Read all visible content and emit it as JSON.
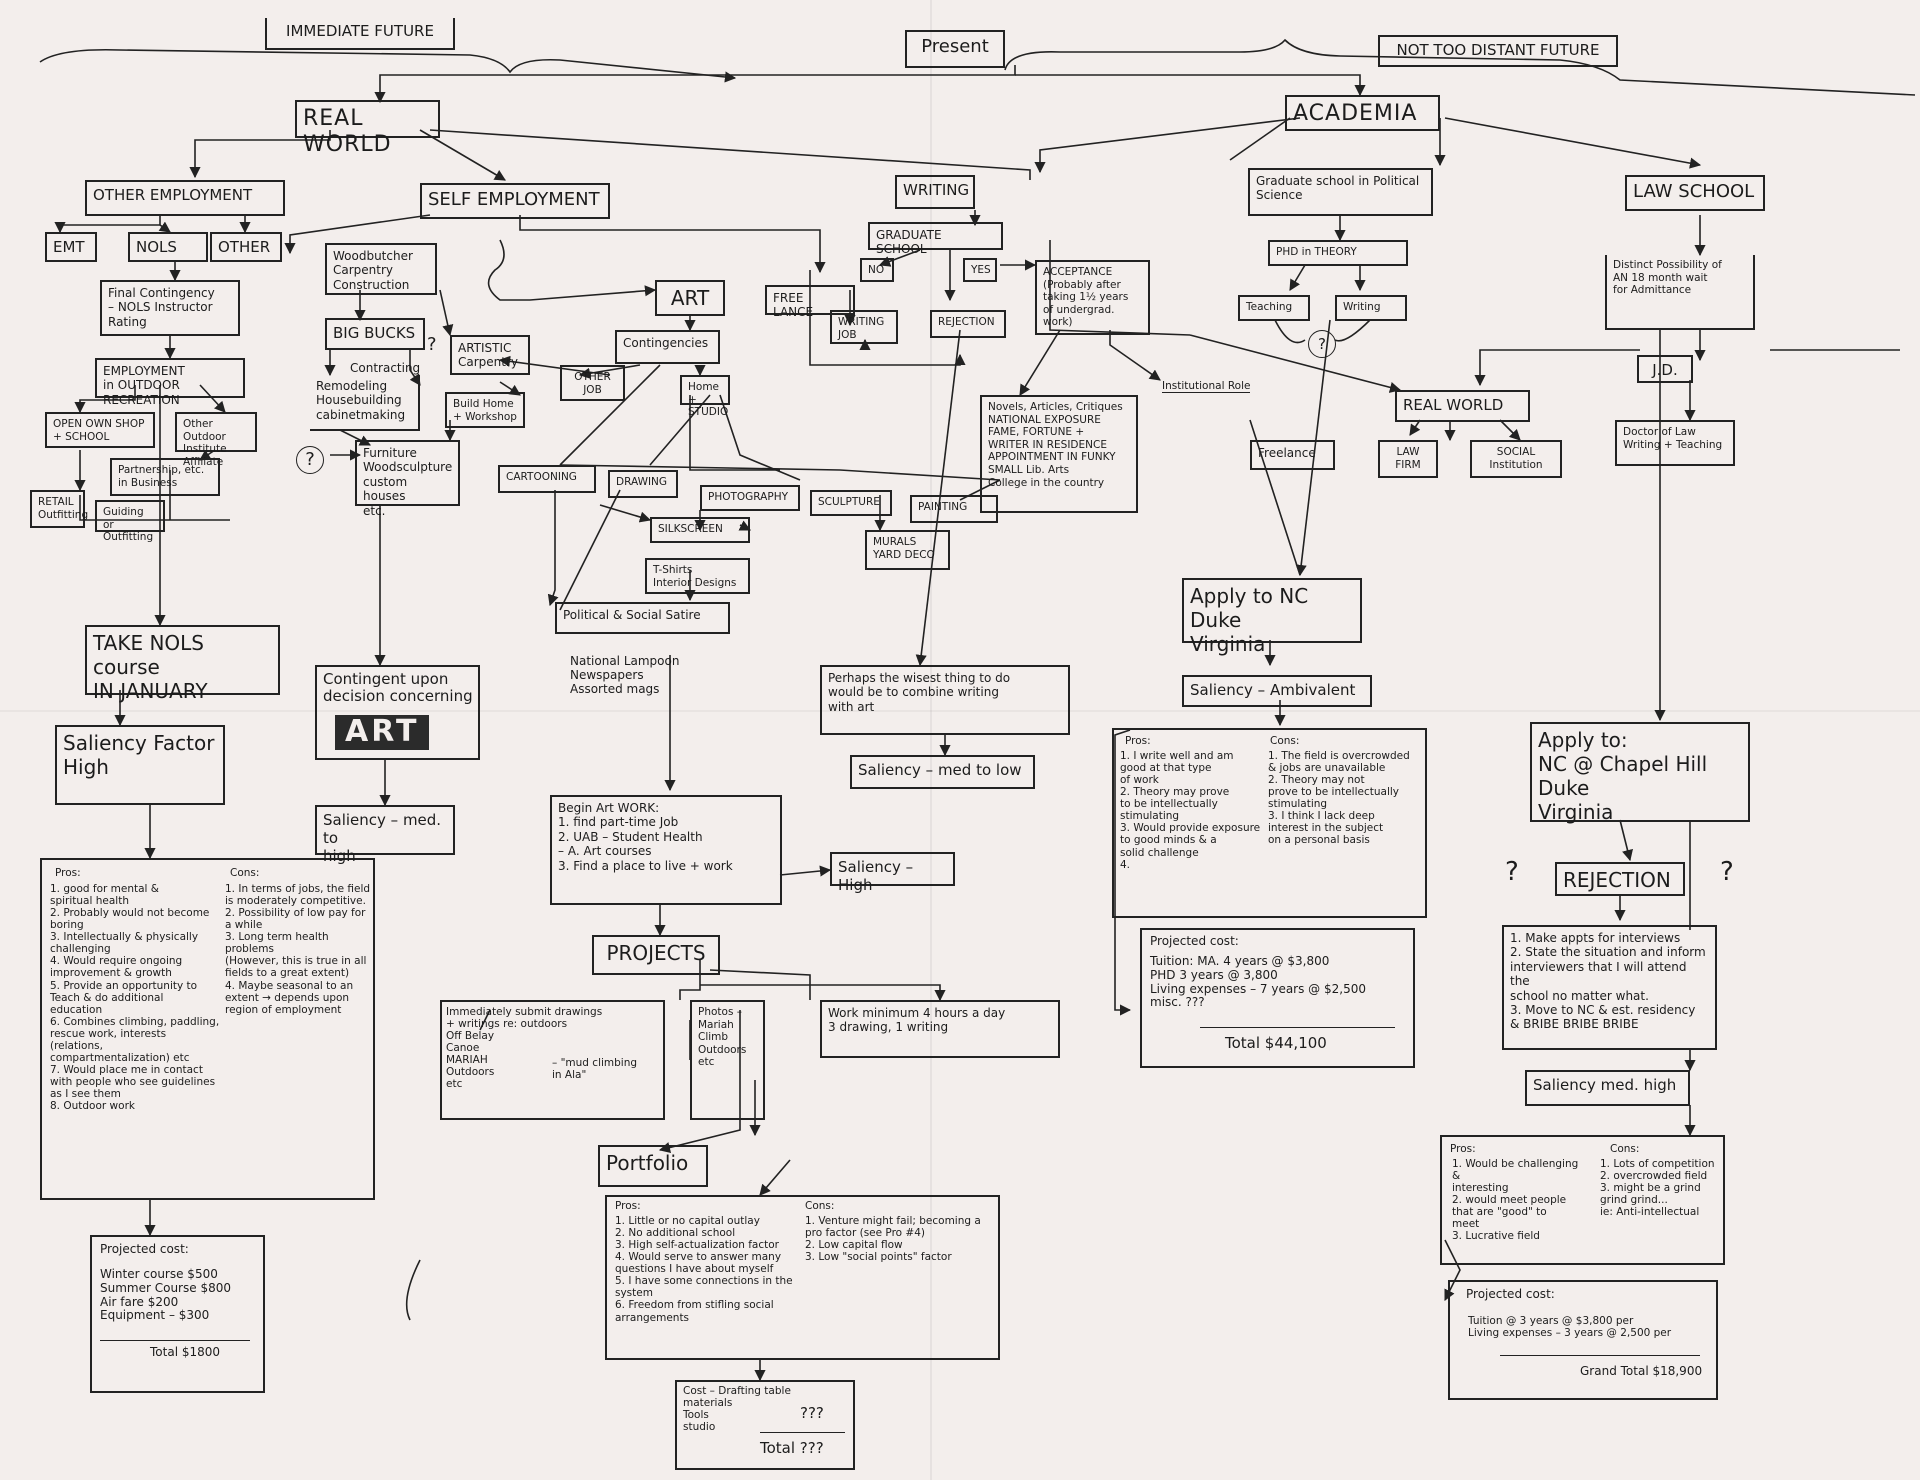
{
  "headers": {
    "immediate_future": "IMMEDIATE FUTURE",
    "present": "Present",
    "not_too_distant_future": "NOT TOO DISTANT FUTURE"
  },
  "nodes": {
    "real_world": "REAL WORLD",
    "academia": "ACADEMIA",
    "other_employment": "OTHER EMPLOYMENT",
    "self_employment": "SELF EMPLOYMENT",
    "emt": "EMT",
    "nols": "NOLS",
    "other": "OTHER",
    "final_contingency": "Final Contingency\n– NOLS Instructor\nRating",
    "employment_outdoor": "EMPLOYMENT\nin OUTDOOR RECREATION",
    "open_own_shop": "OPEN OWN SHOP\n+ SCHOOL",
    "other_outdoor": "Other Outdoor\nInstitute Affiliate",
    "partnership": "Partnership, etc.\nin Business",
    "retail": "RETAIL\nOutfitting",
    "guiding": "Guiding or\nOutfitting",
    "woodbutcher": "Woodbutcher\nCarpentry\nConstruction",
    "big_bucks": "BIG BUCKS",
    "artistic_carpentry": "ARTISTIC\nCarpentry",
    "contracting": "Contracting",
    "remodeling": "Remodeling\nHousebuilding\ncabinetmaking",
    "build_home": "Build Home\n+ Workshop",
    "furniture": "Furniture\nWoodsculpture\ncustom houses\netc.",
    "art": "ART",
    "contingencies": "Contingencies",
    "other_job": "OTHER\nJOB",
    "home_studio": "Home +\nSTUDIO",
    "cartooning": "CARTOONING",
    "drawing": "DRAWING",
    "photography": "PHOTOGRAPHY",
    "sculpture": "SCULPTURE",
    "painting": "PAINTING",
    "silkscreen": "SILKSCREEN",
    "murals": "MURALS\nYARD DECO",
    "tshirts": "T-Shirts\nInterior Designs",
    "political_satire": "Political & Social Satire",
    "national_lampoon": "National Lampoon\nNewspapers\nAssorted mags",
    "writing": "WRITING",
    "graduate_school": "GRADUATE SCHOOL",
    "no": "NO",
    "yes": "YES",
    "free_lance": "FREE LANCE",
    "writing_job": "WRITING\nJOB",
    "rejection_writing": "REJECTION",
    "acceptance": "ACCEPTANCE\n(Probably after\ntaking 1½ years\nof undergrad. work)",
    "novels": "Novels, Articles, Critiques\nNATIONAL EXPOSURE\nFAME, FORTUNE +\nWRITER IN RESIDENCE\nAPPOINTMENT IN FUNKY\nSMALL Lib. Arts\nCollege in the country",
    "institutional_role": "Institutional Role",
    "grad_school_polisci": "Graduate school in Political\nScience",
    "phd_in_theory": "PHD in THEORY",
    "teaching": "Teaching",
    "writing_acad": "Writing",
    "question": "?",
    "real_world_2": "REAL WORLD",
    "freelance": "Freelance",
    "law_firm": "LAW\nFIRM",
    "social_institution": "SOCIAL\nInstitution",
    "law_school": "LAW SCHOOL",
    "distinct_possibility": "Distinct Possibility of\nAN 18 month wait\nfor Admittance",
    "jd": "J.D.",
    "doctor_of_law": "Doctor of Law\nWriting + Teaching"
  },
  "outcomes": {
    "take_nols": "TAKE NOLS course\nIN JANUARY",
    "saliency_high_nols": "Saliency Factor\nHigh",
    "contingent_art": "Contingent upon\ndecision concerning",
    "contingent_art_word": "ART",
    "saliency_med_high_art": "Saliency – med. to\nhigh",
    "begin_art_work": "Begin Art WORK:\n1. find part-time Job\n2. UAB – Student Health\n    – A. Art courses\n3. Find a place to live + work",
    "saliency_high_art": "Saliency – High",
    "projects": "PROJECTS",
    "submit_drawings": "Immediately submit drawings\n+ writings re: outdoors\n      Off Belay\n      Canoe\n      MARIAH\n      Outdoors\n      etc",
    "mud_climbing": "– \"mud climbing\n   in Ala\"",
    "photos": "Photos –\n   Mariah\n   Climb\n   Outdoors\n   etc",
    "work_minimum": "Work minimum 4 hours a day\n3 drawing, 1 writing",
    "portfolio": "Portfolio",
    "wisest": "Perhaps the wisest thing to do\nwould be to combine writing\nwith art",
    "saliency_med_low": "Saliency – med to low",
    "apply_nc": "Apply to NC\n         Duke\n         Virginia",
    "saliency_ambivalent": "Saliency – Ambivalent",
    "apply_to_law": "Apply to:\n   NC @ Chapel Hill\n   Duke\n   Virginia",
    "rejection_law": "REJECTION",
    "q_left": "?",
    "q_right": "?",
    "make_appts": "1. Make appts for interviews\n2. State the situation and inform\n    interviewers that I will attend the\n    school no matter what.\n3. Move to NC & est. residency\n    & BRIBE BRIBE BRIBE",
    "saliency_med_high_law": "Saliency med. high"
  },
  "pros_cons": {
    "nols": {
      "pros_title": "Pros:",
      "pros": "1. good for mental &\n   spiritual health\n2. Probably would not become\n   boring\n3. Intellectually & physically\n   challenging\n4. Would require ongoing\n   improvement & growth\n5. Provide an opportunity to\n   Teach & do additional\n   education\n6. Combines climbing, paddling,\n   rescue work, interests\n   (relations, compartmentalization) etc\n7. Would place me in contact\n   with people who see guidelines\n   as I see them\n8. Outdoor work",
      "cons_title": "Cons:",
      "cons": "1. In terms of jobs, the field\n   is moderately competitive.\n2. Possibility of low pay for\n   a while\n3. Long term health problems\n   (However, this is true in all\n   fields to a great extent)\n4. Maybe seasonal to an\n   extent → depends upon\n   region of employment"
    },
    "academia": {
      "pros_title": "Pros:",
      "pros": "1. I write well and am\n   good at that type\n   of work\n2. Theory may prove\n   to be intellectually\n   stimulating\n3. Would provide exposure\n   to good minds & a\n   solid challenge\n4.",
      "cons_title": "Cons:",
      "cons": "1. The field is overcrowded\n   & jobs are unavailable\n2. Theory may not\n   prove to be intellectually\n   stimulating\n3. I think I lack deep\n   interest in the subject\n   on a personal basis"
    },
    "portfolio": {
      "pros_title": "Pros:",
      "pros": "1. Little or no capital outlay\n2. No additional school\n3. High self-actualization factor\n4. Would serve to answer many\n   questions I have about myself\n5. I have some connections in the\n   system\n6. Freedom from stifling social\n   arrangements",
      "cons_title": "Cons:",
      "cons": "1. Venture might fail; becoming a\n   pro factor (see Pro #4)\n2. Low capital flow\n3. Low \"social points\" factor"
    },
    "law": {
      "pros_title": "Pros:",
      "pros": "1. Would be challenging &\n   interesting\n2. would meet people\n   that are \"good\" to\n   meet\n3. Lucrative field",
      "cons_title": "Cons:",
      "cons": "1. Lots of competition\n2. overcrowded field\n3. might be a grind\n   grind grind...\n   ie: Anti-intellectual"
    }
  },
  "costs": {
    "nols": {
      "title": "Projected cost:",
      "lines": "Winter course  $500\nSummer Course $800\nAir fare        $200\nEquipment   – $300",
      "total": "Total $1800"
    },
    "academia": {
      "title": "Projected cost:",
      "lines": "Tuition:  MA.    4 years @ $3,800\n              PHD   3 years @ 3,800\nLiving expenses – 7 years @ $2,500\n   misc.                         ???",
      "total": "Total $44,100"
    },
    "art": {
      "title": "Cost – Drafting table\n           materials\n           Tools\n           studio",
      "qqq": "???",
      "total": "Total ???"
    },
    "law": {
      "title": "Projected cost:",
      "lines": "Tuition @ 3 years @ $3,800 per\nLiving expenses – 3 years @ 2,500 per",
      "total": "Grand Total $18,900"
    }
  }
}
